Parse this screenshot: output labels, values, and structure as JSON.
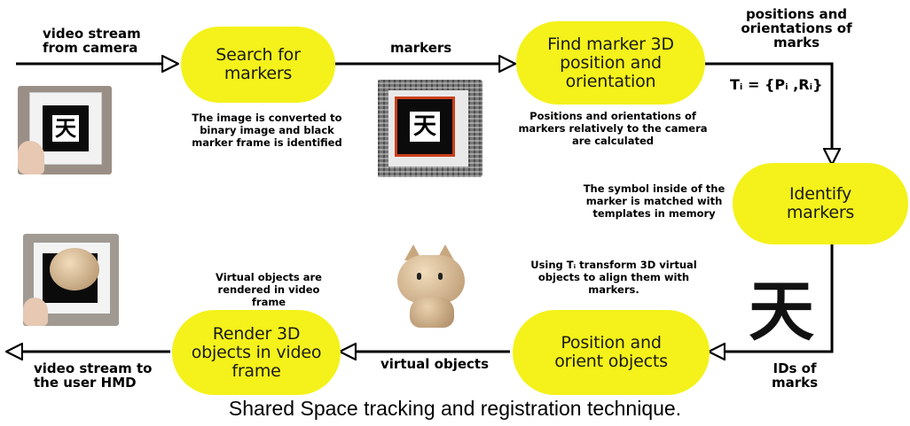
{
  "nodes": {
    "search": "Search for markers",
    "find": "Find marker 3D position and orientation",
    "identify": "Identify markers",
    "position": "Position and orient objects",
    "render": "Render 3D objects in video frame"
  },
  "edge_labels": {
    "input": "video stream from camera",
    "markers": "markers",
    "positions": "positions and orientations of marks",
    "transform_formula": "Tᵢ = {Pᵢ ,Rᵢ}",
    "ids": "IDs of marks",
    "virtual_objects": "virtual objects",
    "output": "video stream to the user HMD"
  },
  "descriptions": {
    "search": "The image is converted to binary image and black marker frame is identified",
    "find": "Positions and orientations of markers relatively to the camera are calculated",
    "identify": "The symbol inside of the marker is matched with templates in memory",
    "position": "Using Tᵢ transform 3D virtual objects to align them with markers.",
    "render": "Virtual objects are rendered in video frame"
  },
  "glyph": "天",
  "caption": "Shared Space tracking and registration technique.",
  "colors": {
    "node_fill": "#f4f21a",
    "arrow": "#000000",
    "marker_border": "#c8401c"
  }
}
